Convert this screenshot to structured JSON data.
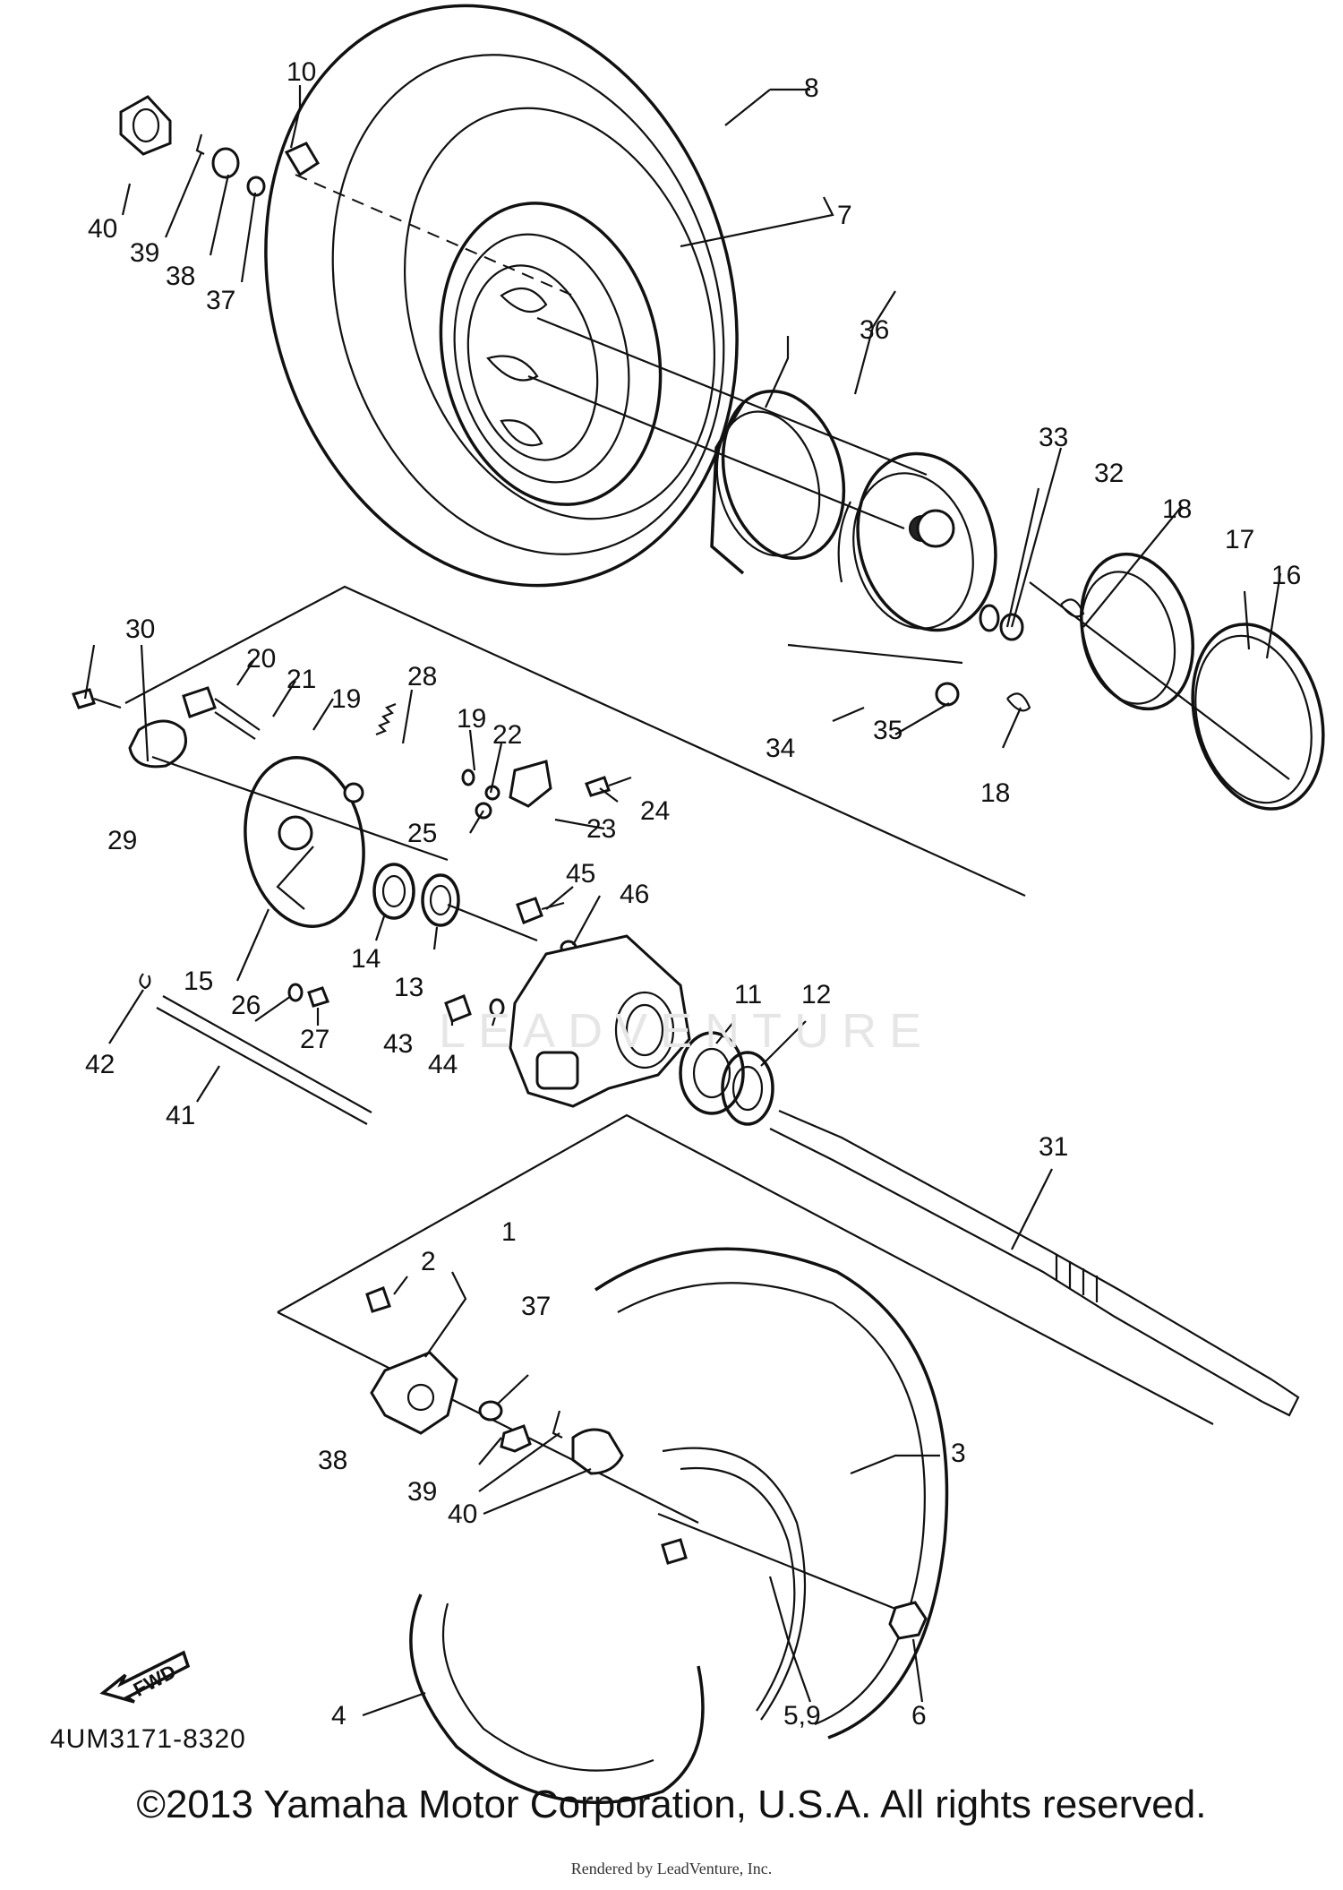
{
  "diagram": {
    "code": "4UM3171-8320",
    "fwd_label": "FWD",
    "watermark": "LEADVENTURE",
    "copyright": "©2013 Yamaha Motor Corporation, U.S.A. All rights reserved.",
    "rendered_by": "Rendered by LeadVenture, Inc.",
    "callouts": [
      "1",
      "2",
      "3",
      "4",
      "5,9",
      "6",
      "7",
      "8",
      "10",
      "11",
      "12",
      "13",
      "14",
      "15",
      "16",
      "17",
      "18",
      "18",
      "19",
      "19",
      "20",
      "21",
      "22",
      "23",
      "24",
      "25",
      "26",
      "27",
      "28",
      "29",
      "30",
      "31",
      "32",
      "33",
      "34",
      "35",
      "36",
      "37",
      "37",
      "38",
      "38",
      "39",
      "39",
      "40",
      "40",
      "41",
      "42",
      "43",
      "44",
      "45",
      "46"
    ]
  }
}
